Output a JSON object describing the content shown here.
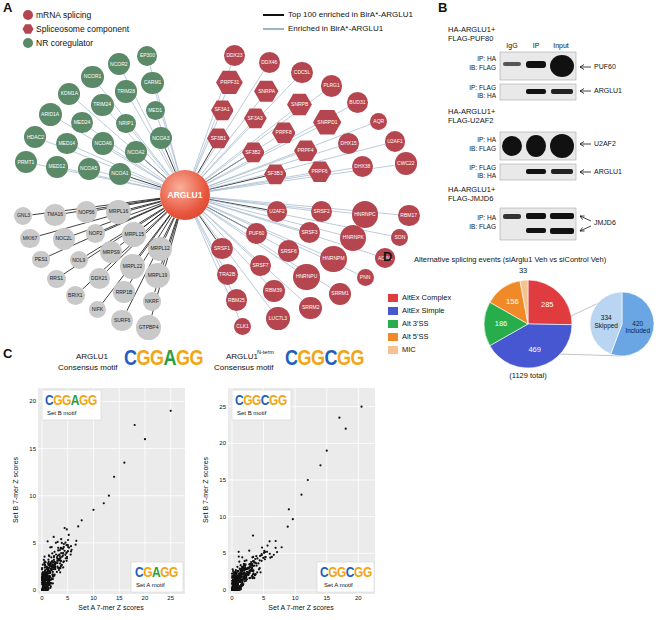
{
  "diagram": {
    "nodes": [
      {
        "text": [
          "ARGLU1"
        ]
      },
      {
        "text": [
          "NCOA1"
        ]
      },
      {
        "text": [
          "NCOA2"
        ]
      },
      {
        "text": [
          "NCOA3"
        ]
      },
      {
        "text": [
          "NCOA5"
        ]
      },
      {
        "text": [
          "NCOA6"
        ]
      },
      {
        "text": [
          "NRIP1"
        ]
      },
      {
        "text": [
          "MED1"
        ]
      },
      {
        "text": [
          "MED12"
        ]
      },
      {
        "text": [
          "MED14"
        ]
      },
      {
        "text": [
          "MED24"
        ]
      },
      {
        "text": [
          "TRIM24"
        ]
      },
      {
        "text": [
          "TRIM28"
        ]
      },
      {
        "text": [
          "CARM1"
        ]
      },
      {
        "text": [
          "PRMT1"
        ]
      },
      {
        "text": [
          "HDAC2"
        ]
      },
      {
        "text": [
          "ARID1A"
        ]
      },
      {
        "text": [
          "KDM1A"
        ]
      },
      {
        "text": [
          "NCOR1"
        ]
      },
      {
        "text": [
          "NCOR2"
        ]
      },
      {
        "text": [
          "EP300"
        ]
      },
      {
        "text": [
          "SF3B1"
        ]
      },
      {
        "text": [
          "SF3B2"
        ]
      },
      {
        "text": [
          "SF3B3"
        ]
      },
      {
        "text": [
          "SF3A1"
        ]
      },
      {
        "text": [
          "SF3A3"
        ]
      },
      {
        "text": [
          "PRPF8"
        ]
      },
      {
        "text": [
          "PRPF4"
        ]
      },
      {
        "text": [
          "PRPF6"
        ]
      },
      {
        "text": [
          "PRPF31"
        ]
      },
      {
        "text": [
          "SNRPA"
        ]
      },
      {
        "text": [
          "SNRPB"
        ]
      },
      {
        "text": [
          "SNRPD1"
        ]
      },
      {
        "text": [
          "DHX15"
        ]
      },
      {
        "text": [
          "DHX38"
        ]
      },
      {
        "text": [
          "DDX23"
        ]
      },
      {
        "text": [
          "DDX46"
        ]
      },
      {
        "text": [
          "CDC5L"
        ]
      },
      {
        "text": [
          "PLRG1"
        ]
      },
      {
        "text": [
          "BUD31"
        ]
      },
      {
        "text": [
          "AQR"
        ]
      },
      {
        "text": [
          "U2AF1"
        ]
      },
      {
        "text": [
          "CWC22"
        ]
      },
      {
        "text": [
          "U2AF2"
        ]
      },
      {
        "text": [
          "PUF60"
        ]
      },
      {
        "text": [
          "SRSF1"
        ]
      },
      {
        "text": [
          "SRSF2"
        ]
      },
      {
        "text": [
          "SRSF3"
        ]
      },
      {
        "text": [
          "SRSF6"
        ]
      },
      {
        "text": [
          "SRSF7"
        ]
      },
      {
        "text": [
          "TRA2B"
        ]
      },
      {
        "text": [
          "HNRNPC"
        ]
      },
      {
        "text": [
          "HNRNPK"
        ]
      },
      {
        "text": [
          "HNRNPM"
        ]
      },
      {
        "text": [
          "HNRNPU"
        ]
      },
      {
        "text": [
          "RBM39"
        ]
      },
      {
        "text": [
          "RBM25"
        ]
      },
      {
        "text": [
          "RBM17"
        ]
      },
      {
        "text": [
          "SON"
        ]
      },
      {
        "text": [
          "ACIN1"
        ]
      },
      {
        "text": [
          "PNN"
        ]
      },
      {
        "text": [
          "SRRM1"
        ]
      },
      {
        "text": [
          "SRRM2"
        ]
      },
      {
        "text": [
          "LUC7L3"
        ]
      },
      {
        "text": [
          "CLK1"
        ]
      },
      {
        "text": [
          "MRPL12"
        ]
      },
      {
        "text": [
          "MRPL15"
        ]
      },
      {
        "text": [
          "MRPL16"
        ]
      },
      {
        "text": [
          "MRPL19"
        ]
      },
      {
        "text": [
          "MRPL22"
        ]
      },
      {
        "text": [
          "MRPS9"
        ]
      },
      {
        "text": [
          "NOP2"
        ]
      },
      {
        "text": [
          "NOP56"
        ]
      },
      {
        "text": [
          "NKRF"
        ]
      },
      {
        "text": [
          "RRP1B"
        ]
      },
      {
        "text": [
          "DDX21"
        ]
      },
      {
        "text": [
          "NOL9"
        ]
      },
      {
        "text": [
          "NOC2L"
        ]
      },
      {
        "text": [
          "TMA16"
        ]
      },
      {
        "text": [
          "GTPBP4"
        ]
      },
      {
        "text": [
          "SURF6"
        ]
      },
      {
        "text": [
          "NIFK"
        ]
      },
      {
        "text": [
          "BRIX1"
        ]
      },
      {
        "text": [
          "RRS1"
        ]
      },
      {
        "text": [
          "PES1"
        ]
      },
      {
        "text": [
          "MKI67"
        ]
      },
      {
        "text": [
          "GNL3"
        ]
      }
    ],
    "edges": [
      {
        "from": 0,
        "to": 1,
        "arrow": "none"
      },
      {
        "from": 0,
        "to": 2,
        "arrow": "none"
      },
      {
        "from": 0,
        "to": 3,
        "arrow": "none"
      },
      {
        "from": 0,
        "to": 4,
        "arrow": "none"
      },
      {
        "from": 0,
        "to": 5,
        "arrow": "none"
      },
      {
        "from": 0,
        "to": 6,
        "arrow": "none"
      },
      {
        "from": 0,
        "to": 7,
        "arrow": "none"
      },
      {
        "from": 0,
        "to": 8,
        "arrow": "none"
      },
      {
        "from": 0,
        "to": 9,
        "arrow": "none"
      },
      {
        "from": 0,
        "to": 10,
        "arrow": "none"
      },
      {
        "from": 0,
        "to": 11,
        "arrow": "none"
      },
      {
        "from": 0,
        "to": 12,
        "arrow": "none"
      },
      {
        "from": 0,
        "to": 13,
        "arrow": "none"
      },
      {
        "from": 0,
        "to": 14,
        "arrow": "none"
      },
      {
        "from": 0,
        "to": 15,
        "arrow": "none"
      },
      {
        "from": 0,
        "to": 16,
        "arrow": "none"
      },
      {
        "from": 0,
        "to": 17,
        "arrow": "none"
      },
      {
        "from": 0,
        "to": 18,
        "arrow": "none"
      },
      {
        "from": 0,
        "to": 19,
        "arrow": "none"
      },
      {
        "from": 0,
        "to": 20,
        "arrow": "none"
      },
      {
        "from": 0,
        "to": 21,
        "arrow": "none"
      },
      {
        "from": 0,
        "to": 22,
        "arrow": "none"
      },
      {
        "from": 0,
        "to": 23,
        "arrow": "none"
      },
      {
        "from": 0,
        "to": 24,
        "arrow": "none"
      },
      {
        "from": 0,
        "to": 25,
        "arrow": "none"
      },
      {
        "from": 0,
        "to": 26,
        "arrow": "none"
      },
      {
        "from": 0,
        "to": 27,
        "arrow": "none"
      },
      {
        "from": 0,
        "to": 28,
        "arrow": "none"
      },
      {
        "from": 0,
        "to": 29,
        "arrow": "none"
      },
      {
        "from": 0,
        "to": 30,
        "arrow": "none"
      },
      {
        "from": 0,
        "to": 31,
        "arrow": "none"
      },
      {
        "from": 0,
        "to": 32,
        "arrow": "none"
      },
      {
        "from": 0,
        "to": 33,
        "arrow": "none"
      },
      {
        "from": 0,
        "to": 34,
        "arrow": "none"
      },
      {
        "from": 0,
        "to": 35,
        "arrow": "none"
      },
      {
        "from": 0,
        "to": 36,
        "arrow": "none"
      },
      {
        "from": 0,
        "to": 37,
        "arrow": "none"
      },
      {
        "from": 0,
        "to": 38,
        "arrow": "none"
      },
      {
        "from": 0,
        "to": 39,
        "arrow": "none"
      },
      {
        "from": 0,
        "to": 40,
        "arrow": "none"
      },
      {
        "from": 0,
        "to": 41,
        "arrow": "none"
      },
      {
        "from": 0,
        "to": 42,
        "arrow": "none"
      },
      {
        "from": 0,
        "to": 43,
        "arrow": "none"
      },
      {
        "from": 0,
        "to": 44,
        "arrow": "none"
      },
      {
        "from": 0,
        "to": 45,
        "arrow": "none"
      },
      {
        "from": 0,
        "to": 46,
        "arrow": "none"
      },
      {
        "from": 0,
        "to": 47,
        "arrow": "none"
      },
      {
        "from": 0,
        "to": 48,
        "arrow": "none"
      },
      {
        "from": 0,
        "to": 49,
        "arrow": "none"
      },
      {
        "from": 0,
        "to": 50,
        "arrow": "none"
      },
      {
        "from": 0,
        "to": 51,
        "arrow": "none"
      },
      {
        "from": 0,
        "to": 52,
        "arrow": "none"
      },
      {
        "from": 0,
        "to": 53,
        "arrow": "none"
      },
      {
        "from": 0,
        "to": 54,
        "arrow": "none"
      },
      {
        "from": 0,
        "to": 55,
        "arrow": "none"
      },
      {
        "from": 0,
        "to": 56,
        "arrow": "none"
      },
      {
        "from": 0,
        "to": 57,
        "arrow": "none"
      },
      {
        "from": 0,
        "to": 58,
        "arrow": "none"
      },
      {
        "from": 0,
        "to": 59,
        "arrow": "none"
      },
      {
        "from": 0,
        "to": 60,
        "arrow": "none"
      },
      {
        "from": 0,
        "to": 61,
        "arrow": "none"
      },
      {
        "from": 0,
        "to": 62,
        "arrow": "none"
      },
      {
        "from": 0,
        "to": 63,
        "arrow": "none"
      },
      {
        "from": 0,
        "to": 64,
        "arrow": "none"
      },
      {
        "from": 0,
        "to": 65,
        "arrow": "none"
      },
      {
        "from": 0,
        "to": 66,
        "arrow": "none"
      },
      {
        "from": 0,
        "to": 67,
        "arrow": "none"
      },
      {
        "from": 0,
        "to": 68,
        "arrow": "none"
      },
      {
        "from": 0,
        "to": 69,
        "arrow": "none"
      },
      {
        "from": 0,
        "to": 70,
        "arrow": "none"
      },
      {
        "from": 0,
        "to": 71,
        "arrow": "none"
      },
      {
        "from": 0,
        "to": 72,
        "arrow": "none"
      },
      {
        "from": 0,
        "to": 73,
        "arrow": "none"
      },
      {
        "from": 0,
        "to": 74,
        "arrow": "none"
      },
      {
        "from": 0,
        "to": 75,
        "arrow": "none"
      },
      {
        "from": 0,
        "to": 76,
        "arrow": "none"
      },
      {
        "from": 0,
        "to": 77,
        "arrow": "none"
      },
      {
        "from": 0,
        "to": 78,
        "arrow": "none"
      },
      {
        "from": 0,
        "to": 79,
        "arrow": "none"
      },
      {
        "from": 0,
        "to": 80,
        "arrow": "none"
      },
      {
        "from": 0,
        "to": 81,
        "arrow": "none"
      },
      {
        "from": 0,
        "to": 82,
        "arrow": "none"
      },
      {
        "from": 0,
        "to": 83,
        "arrow": "none"
      },
      {
        "from": 0,
        "to": 84,
        "arrow": "none"
      },
      {
        "from": 0,
        "to": 85,
        "arrow": "none"
      },
      {
        "from": 0,
        "to": 86,
        "arrow": "none"
      }
    ],
    "labels": [
      "A",
      "B",
      "C",
      "D",
      "HA-ARGLU1+ FLAG-PUF80",
      "IgG",
      "IP",
      "Input",
      "IP: HA",
      "IB: FLAG",
      "PUF60",
      "IP: FLAG",
      "IB: HA",
      "ARGLU1",
      "HA-ARGLU1+ FLAG-U2AF2",
      "IP: HA",
      "IB: FLAG",
      "U2AF2",
      "IP: FLAG",
      "IB: HA",
      "ARGLU1",
      "HA-ARGLU1+ FLAG-JMJD6",
      "IP: HA",
      "IB: FLAG",
      "JMJD6",
      "ARGLU1",
      "Consensus motif",
      "CGGAGG",
      "ARGLU1",
      "N-term",
      "Consensus motif",
      "CGGCGG",
      "Set B motif",
      "CGGAGG",
      "Set A motif",
      "CGAGG",
      "Set B motif",
      "CGGCGG",
      "Set A motif",
      "CGGCGG",
      "Set B 7-mer Z scores",
      "Set A 7-mer Z scores",
      "Set B 7-mer Z scores",
      "Set A 7-mer Z scores",
      "0",
      "5",
      "10",
      "15",
      "20",
      "0",
      "5",
      "10",
      "15",
      "20",
      "25",
      "0",
      "5",
      "10",
      "15",
      "20",
      "25",
      "0",
      "5",
      "10",
      "15",
      "20",
      "Alternative splicing events (siArglu1 Veh vs siControl Veh)",
      "285",
      "469",
      "186",
      "156",
      "33",
      "(1129 total)",
      "334 Skipped",
      "420 Included"
    ],
    "legend": [
      {
        "text": "mRNA splicing",
        "color": "#b5464f"
      },
      {
        "text": "Spliceosome component",
        "color": "#b5464f"
      },
      {
        "text": "NR coregulator",
        "color": "#5b8a68"
      },
      {
        "text": "Top 100 enriched in BirA*-ARGLU1"
      },
      {
        "text": "Enriched in BirA*-ARGLU1"
      },
      {
        "text": "AltEx Complex",
        "color": "#e03b3f"
      },
      {
        "text": "AltEx Simple",
        "color": "#4657d1"
      },
      {
        "text": "Alt 3'SS",
        "color": "#27ad4c"
      },
      {
        "text": "Alt 5'SS",
        "color": "#f08a28"
      },
      {
        "text": "MIC",
        "color": "#f5c390"
      }
    ]
  }
}
